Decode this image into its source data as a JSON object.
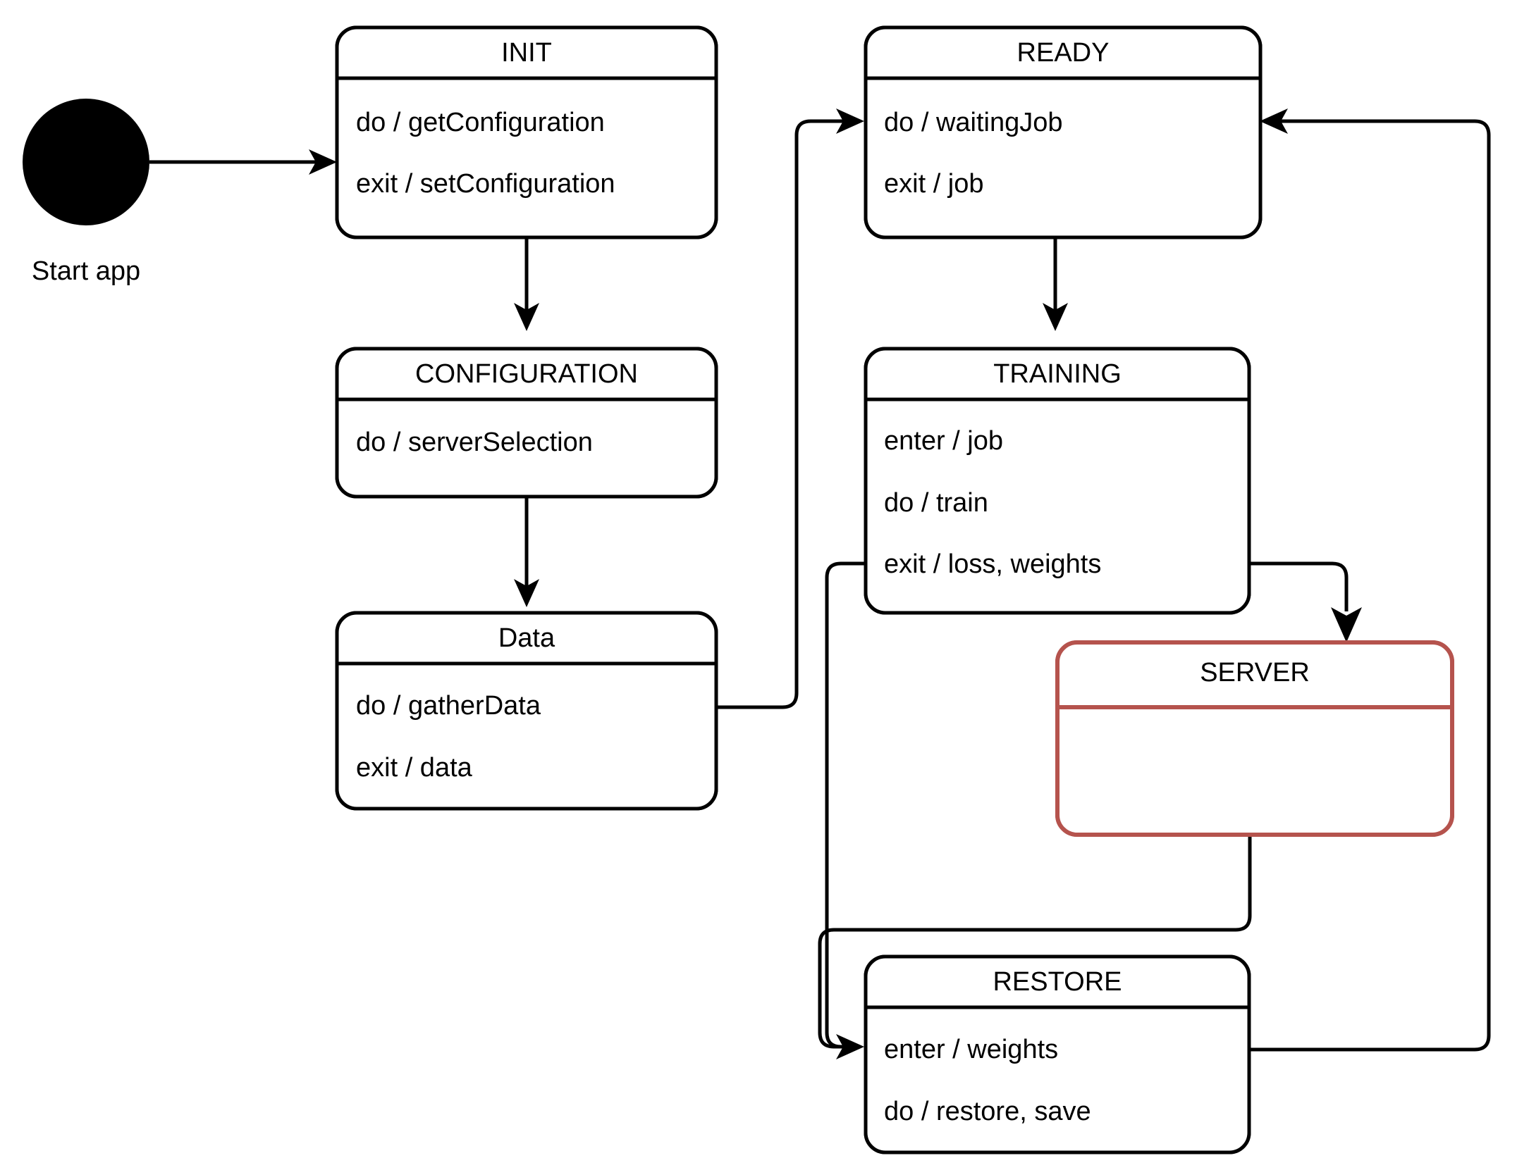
{
  "diagram": {
    "type": "uml-state-machine",
    "title": "",
    "background": "#ffffff",
    "default_state_header_color": "#dfdfdf",
    "default_state_border_color": "#000000",
    "highlight_state_header_color": "#f7d0cd",
    "highlight_state_border_color": "#b5534d"
  },
  "start": {
    "label": "Start app",
    "shape": "filled-circle"
  },
  "states": {
    "init": {
      "name": "INIT",
      "lines": [
        "do / getConfiguration",
        "exit / setConfiguration"
      ],
      "highlight": false
    },
    "configuration": {
      "name": "CONFIGURATION",
      "lines": [
        "do / serverSelection"
      ],
      "highlight": false
    },
    "data": {
      "name": "Data",
      "lines": [
        "do / gatherData",
        "exit / data"
      ],
      "highlight": false
    },
    "ready": {
      "name": "READY",
      "lines": [
        "do / waitingJob",
        "exit / job"
      ],
      "highlight": false
    },
    "training": {
      "name": "TRAINING",
      "lines": [
        "enter / job",
        "do / train",
        "exit / loss, weights"
      ],
      "highlight": false
    },
    "server": {
      "name": "SERVER",
      "lines": [],
      "highlight": true
    },
    "restore": {
      "name": "RESTORE",
      "lines": [
        "enter / weights",
        "do / restore, save"
      ],
      "highlight": false
    }
  },
  "transitions": [
    {
      "from": "start",
      "to": "init",
      "label": ""
    },
    {
      "from": "init",
      "to": "configuration",
      "label": ""
    },
    {
      "from": "configuration",
      "to": "data",
      "label": ""
    },
    {
      "from": "data",
      "to": "ready",
      "label": ""
    },
    {
      "from": "ready",
      "to": "training",
      "label": ""
    },
    {
      "from": "training",
      "to": "server",
      "label": ""
    },
    {
      "from": "training",
      "to": "restore",
      "label": ""
    },
    {
      "from": "server",
      "to": "restore",
      "label": ""
    },
    {
      "from": "restore",
      "to": "ready",
      "label": ""
    }
  ]
}
